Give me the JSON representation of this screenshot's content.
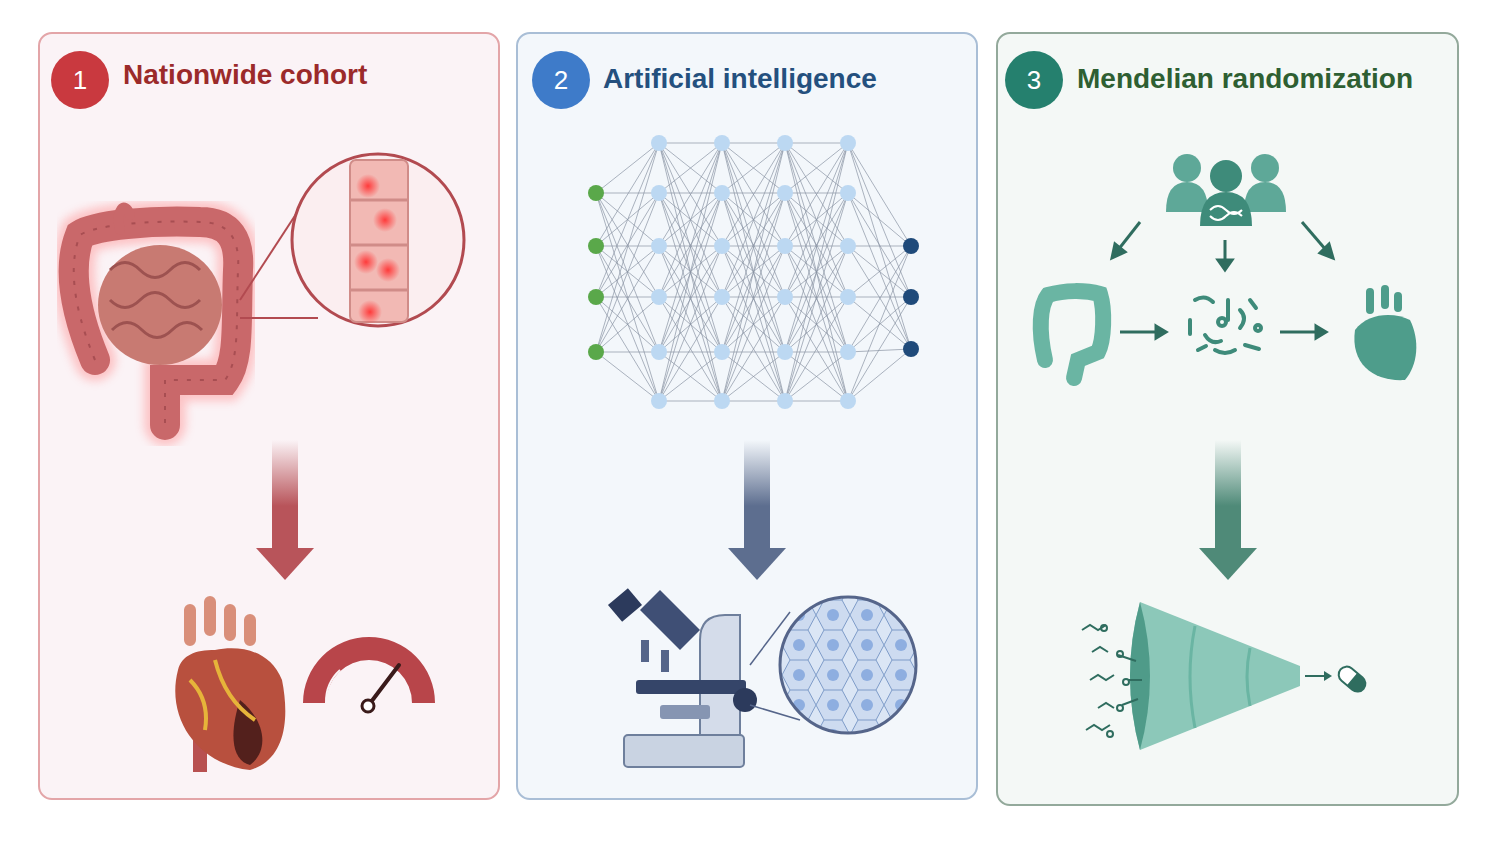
{
  "diagram": {
    "nodes": [
      {
        "text": [
          "Nationwide cohort"
        ]
      },
      {
        "text": [
          "1"
        ],
        "in": 0
      },
      {
        "text": [
          "Artificial intelligence"
        ]
      },
      {
        "text": [
          "2"
        ],
        "in": 2
      },
      {
        "text": [
          "Mendelian randomization"
        ]
      },
      {
        "text": [
          "3"
        ],
        "in": 4
      }
    ],
    "edges": []
  }
}
